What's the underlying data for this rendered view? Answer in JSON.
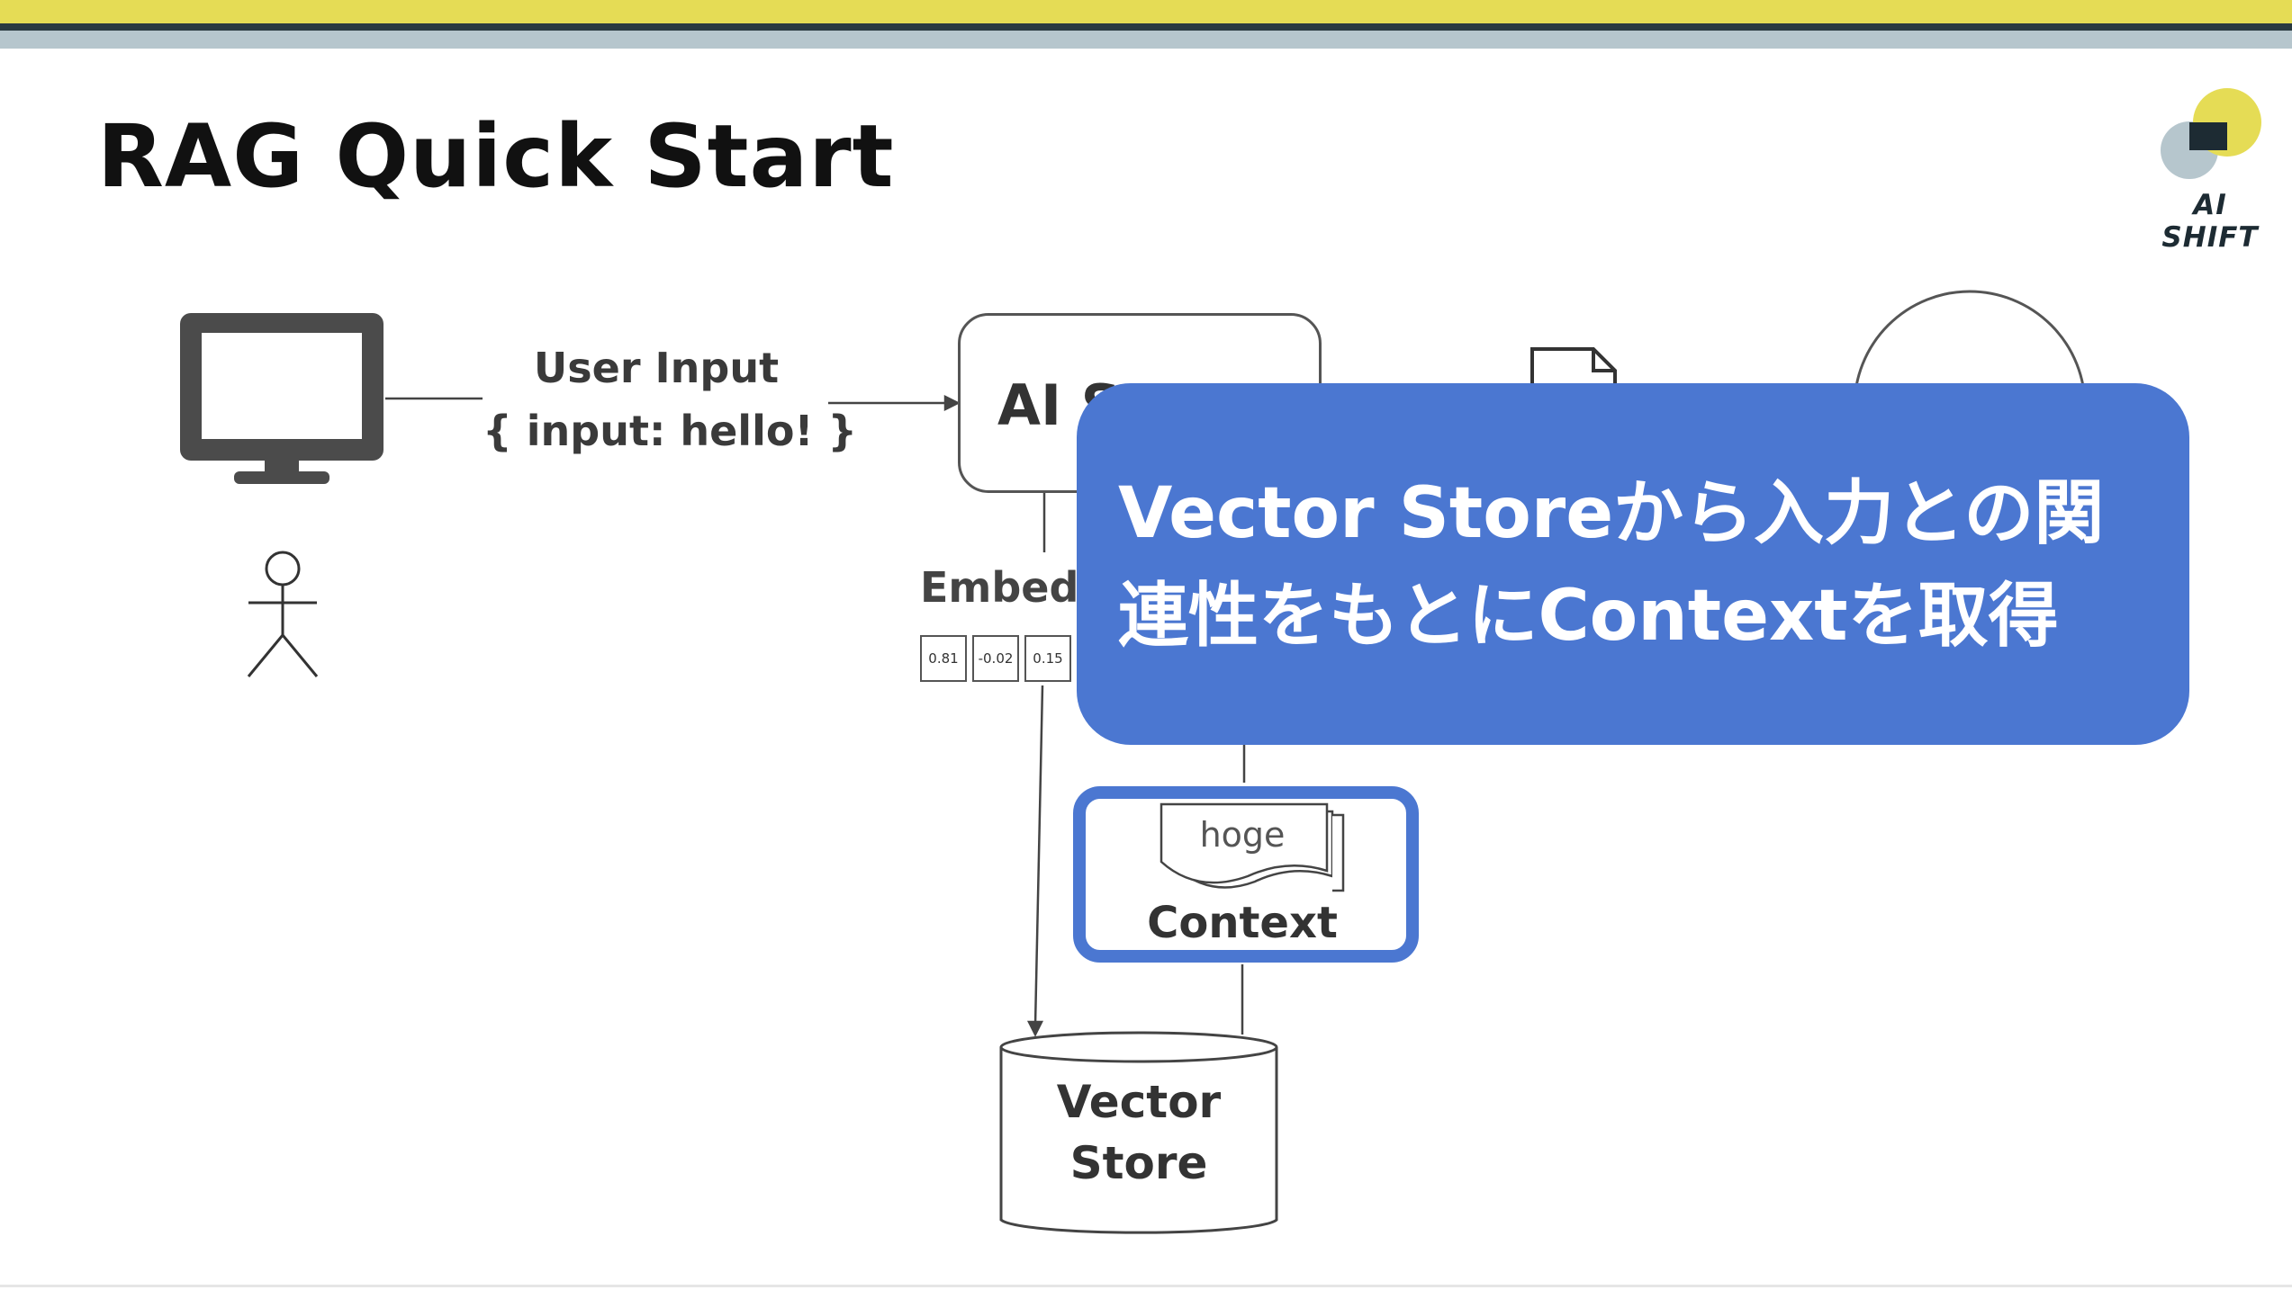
{
  "slide": {
    "title": "RAG Quick Start"
  },
  "logo": {
    "text": "AI SHIFT",
    "colors": {
      "yellow": "#e5dc55",
      "navy": "#1d2b33",
      "grey": "#b6c6cd"
    }
  },
  "diagram": {
    "user_input": {
      "title": "User Input",
      "body": "{ input: hello! }"
    },
    "ai_box_label": "AI S",
    "embedding_label": "Embedd",
    "embedding_values": [
      "0.81",
      "-0.02",
      "0.15"
    ],
    "vector_store": {
      "line1": "Vector",
      "line2": "Store"
    },
    "context": {
      "doc_label": "hoge",
      "label": "Context"
    }
  },
  "callout": {
    "line1": "Vector Storeから入力との関",
    "line2": "連性をもとにContextを取得",
    "color": "#4b77d1"
  },
  "theme": {
    "bar_yellow": "#e5dc55",
    "bar_dark": "#2a3a40",
    "bar_grey": "#b6c6cd",
    "highlight": "#4b77d1"
  }
}
